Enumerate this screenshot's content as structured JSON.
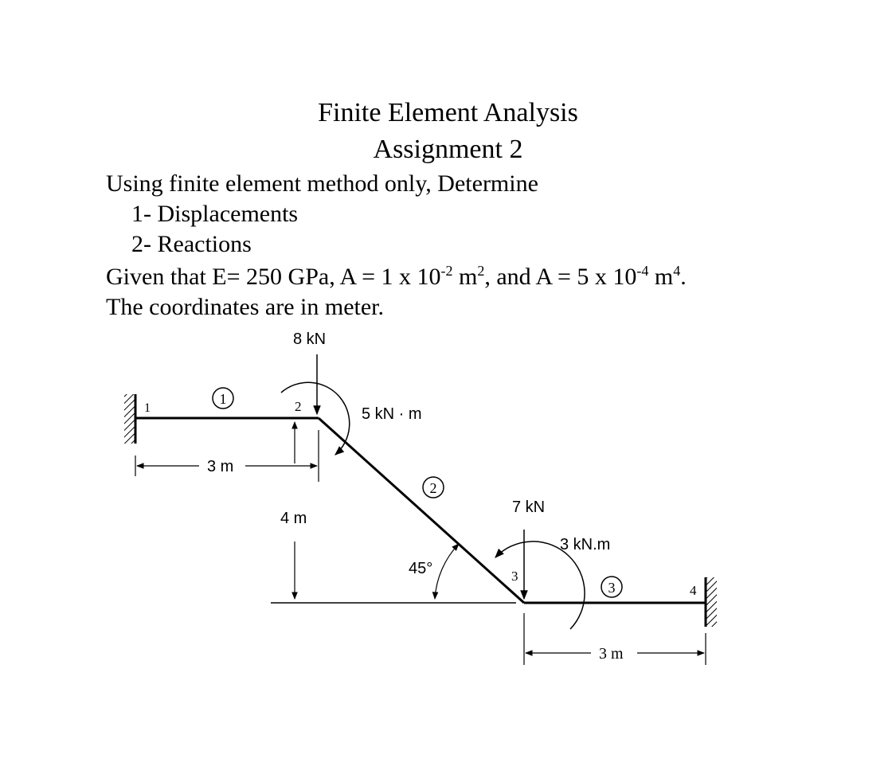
{
  "header": {
    "title": "Finite Element Analysis",
    "subtitle": "Assignment 2"
  },
  "problem": {
    "intro": "Using finite element method only, Determine",
    "items": [
      "1- Displacements",
      "2- Reactions"
    ],
    "given": {
      "p1": "Given that E= 250 GPa, A = 1 x 10",
      "exp1": "-2",
      "p2": " m",
      "exp2": "2",
      "p3": ", and A = 5 x 10",
      "exp3": "-4",
      "p4": " m",
      "exp4": "4",
      "p5": "."
    },
    "units_note": "The coordinates are in meter."
  },
  "figure": {
    "loads": {
      "force_node2": "8 kN",
      "moment_node2": "5 kN · m",
      "force_node3": "7 kN",
      "moment_node3": "3 kN.m"
    },
    "nodes": [
      "1",
      "2",
      "3",
      "4"
    ],
    "elements": [
      "1",
      "2",
      "3"
    ],
    "dimensions": {
      "span_1": "3 m",
      "height": "4 m",
      "span_3": "3 m",
      "angle": "45°"
    }
  }
}
